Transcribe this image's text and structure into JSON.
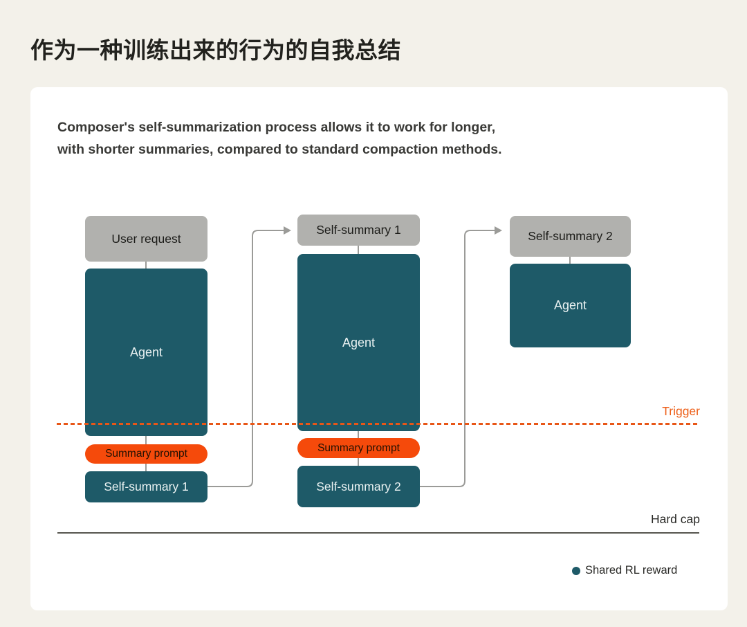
{
  "title": "作为一种训练出来的行为的自我总结",
  "card": {
    "subtitle_line1": "Composer's self-summarization process allows it to work for longer,",
    "subtitle_line2": "with shorter summaries, compared to standard compaction methods."
  },
  "diagram": {
    "columns": [
      {
        "top_label": "User request",
        "agent_label": "Agent",
        "pill_label": "Summary prompt",
        "bottom_label": "Self-summary 1"
      },
      {
        "top_label": "Self-summary 1",
        "agent_label": "Agent",
        "pill_label": "Summary prompt",
        "bottom_label": "Self-summary 2"
      },
      {
        "top_label": "Self-summary 2",
        "agent_label": "Agent"
      }
    ],
    "trigger_label": "Trigger",
    "hard_cap_label": "Hard cap",
    "legend": {
      "label": "Shared RL reward",
      "dot_color": "#1E5A68"
    }
  },
  "colors": {
    "page_background": "#F3F1EA",
    "card_background": "#FFFFFF",
    "teal_box": "#1E5A68",
    "gray_box": "#B1B1AE",
    "pill_orange": "#F54A0B",
    "trigger_orange": "#ED5E17",
    "trigger_dash": "#E85617",
    "arrow_gray": "#9B9B98",
    "hard_cap_line": "#57564F",
    "title_text": "#22221E"
  }
}
